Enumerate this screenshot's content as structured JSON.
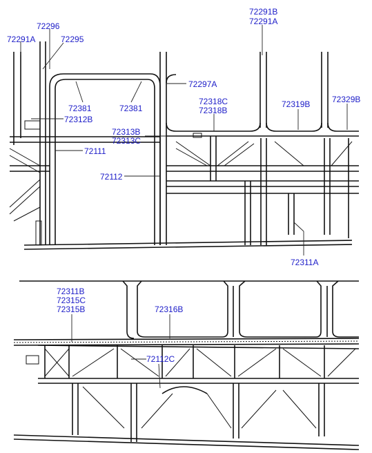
{
  "top_view": {
    "labels": {
      "l72296": "72296",
      "l72291A_left": "72291A",
      "l72295": "72295",
      "l72291B": "72291B",
      "l72291A_right": "72291A",
      "l72297A": "72297A",
      "l72381_a": "72381",
      "l72381_b": "72381",
      "l72312B": "72312B",
      "l72318C": "72318C",
      "l72318B": "72318B",
      "l72319B": "72319B",
      "l72329B": "72329B",
      "l72313B": "72313B",
      "l72313C": "72313C",
      "l72111": "72111",
      "l72112": "72112",
      "l72311A": "72311A"
    }
  },
  "bottom_view": {
    "labels": {
      "l72311B": "72311B",
      "l72315C": "72315C",
      "l72315B": "72315B",
      "l72316B": "72316B",
      "l72112C": "72112C"
    }
  },
  "colors": {
    "label": "#1c1cc8",
    "line": "#111111",
    "background": "#ffffff"
  }
}
